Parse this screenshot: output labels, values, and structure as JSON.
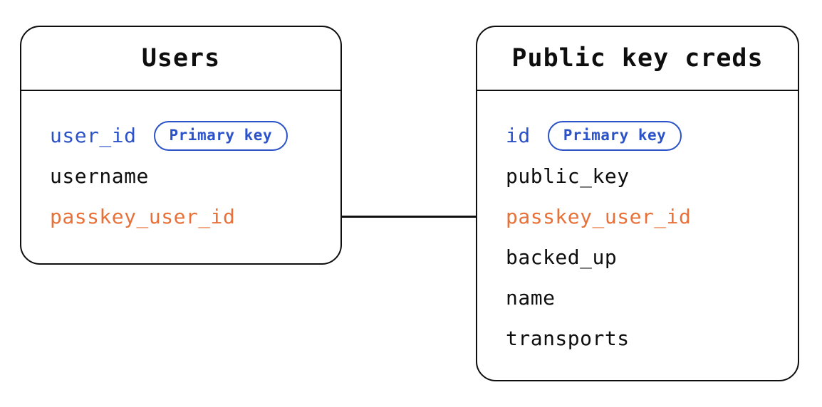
{
  "diagram": {
    "colors": {
      "background": "#ffffff",
      "outline": "#0e0e0e",
      "primary_key_blue": "#2b52c8",
      "foreign_key_orange": "#e8713a"
    },
    "tables": [
      {
        "id": "users-table",
        "title": "Users",
        "fields": [
          {
            "label": "user_id",
            "color": "blue",
            "badge": "Primary key"
          },
          {
            "label": "username",
            "color": "black"
          },
          {
            "label": "passkey_user_id",
            "color": "orange"
          }
        ]
      },
      {
        "id": "pubkey-table",
        "title": "Public key creds",
        "fields": [
          {
            "label": "id",
            "color": "blue",
            "badge": "Primary key"
          },
          {
            "label": "public_key",
            "color": "black"
          },
          {
            "label": "passkey_user_id",
            "color": "orange"
          },
          {
            "label": "backed_up",
            "color": "black"
          },
          {
            "label": "name",
            "color": "black"
          },
          {
            "label": "transports",
            "color": "black"
          }
        ]
      }
    ],
    "connector": {
      "from_table": "Users",
      "from_field": "passkey_user_id",
      "to_table": "Public key creds",
      "to_field": "passkey_user_id"
    }
  }
}
